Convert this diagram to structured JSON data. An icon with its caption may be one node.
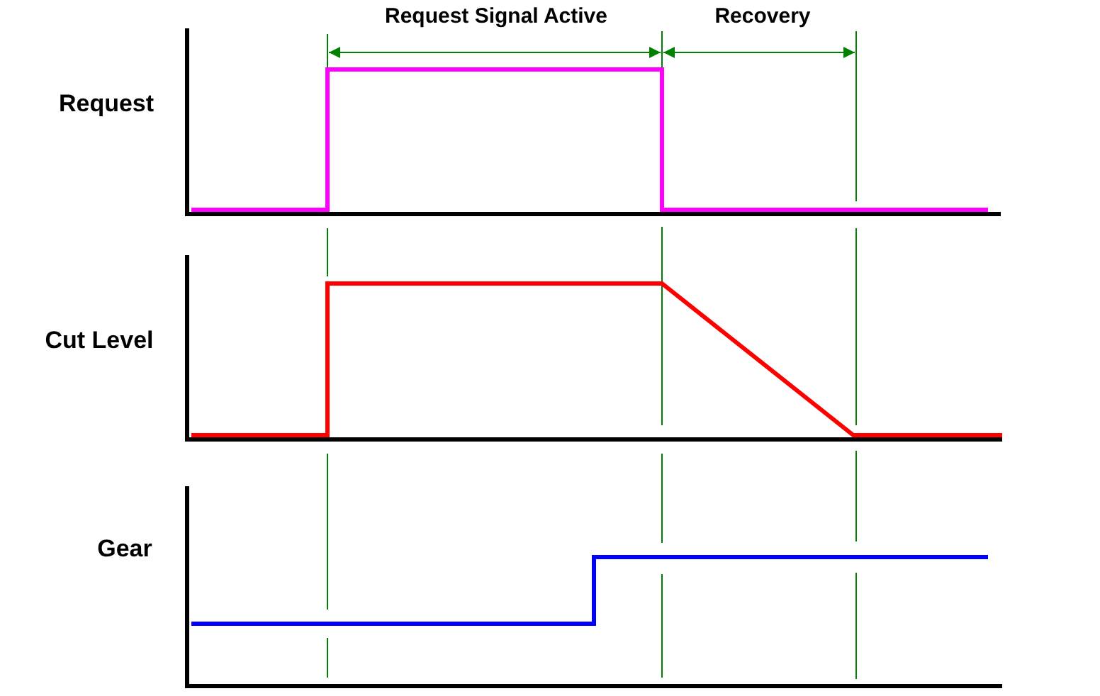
{
  "diagram": {
    "labels": [
      "Request Signal Active",
      "Recovery",
      "Request",
      "Cut Level",
      "Gear"
    ]
  }
}
